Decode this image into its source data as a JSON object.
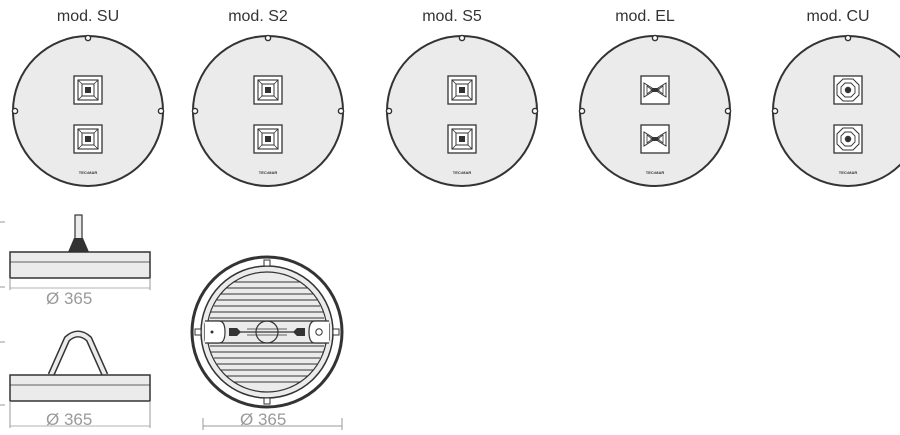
{
  "models": [
    {
      "name": "mod. SU",
      "brand": "TEC•MAR",
      "icon": "square-lens-icon"
    },
    {
      "name": "mod. S2",
      "brand": "TEC•MAR",
      "icon": "square-lens-icon"
    },
    {
      "name": "mod. S5",
      "brand": "TEC•MAR",
      "icon": "square-lens-icon"
    },
    {
      "name": "mod. EL",
      "brand": "TEC•MAR",
      "icon": "bowtie-lens-icon"
    },
    {
      "name": "mod. CU",
      "brand": "TEC•MAR",
      "icon": "octagon-lens-icon"
    }
  ],
  "drawings": {
    "side_view_pole": {
      "dimension": "Ø 365"
    },
    "side_view_handle": {
      "dimension": "Ø 365"
    },
    "back_view": {
      "dimension": "Ø 365"
    }
  },
  "colors": {
    "line": "#333333",
    "fill": "#ebebeb",
    "dimension": "#9a9a9a"
  }
}
